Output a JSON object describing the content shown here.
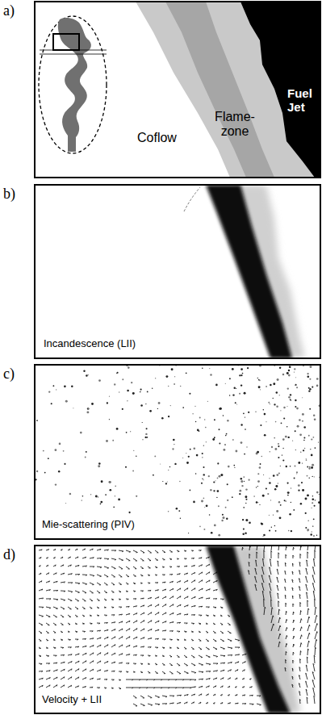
{
  "diagram": {
    "labels": [
      "a)",
      "Coflow",
      "Flame- zone",
      "Fuel Jet",
      "b)",
      "Incandescence (LII)",
      "c)",
      "Mie-scattering (PIV)",
      "d)",
      "Velocity + LII"
    ]
  }
}
